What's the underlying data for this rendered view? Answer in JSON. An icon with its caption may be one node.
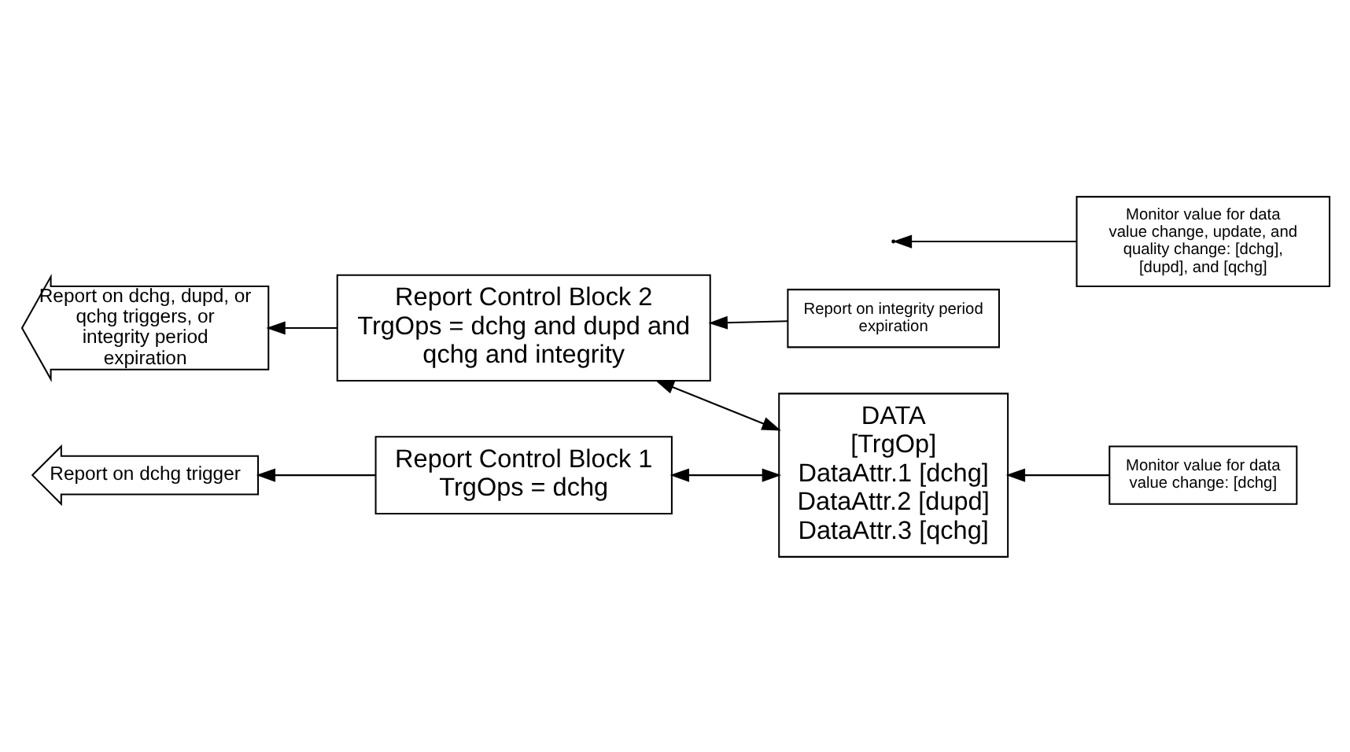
{
  "diagram": {
    "nodes": [
      {
        "text": [
          "Report Control Block 1",
          "TrgOps = dchg"
        ]
      },
      {
        "text": [
          "Report on dchg trigger"
        ]
      },
      {
        "text": [
          "Monitor value for data value change: [dchg]"
        ]
      },
      {
        "text": [
          "DATA",
          "[TrgOp]",
          "DataAttr.1 [dchg]",
          "DataAttr.2 [dupd]",
          "DataAttr.3 [qchg]"
        ]
      },
      {
        "text": [
          "Report Control Block 2",
          "TrgOps = dchg and dupd and qchg and integrity"
        ]
      },
      {
        "text": [
          "Report on dchg, dupd, or qchg triggers, or integrity period expiration"
        ]
      },
      {
        "text": [
          "Monitor value for data value change, update, and quality change: [dchg], [dupd], and [qchg]"
        ]
      },
      {
        "text": [
          "Report on integrity period expiration"
        ]
      }
    ],
    "edges": [
      {
        "from": 0,
        "to": 1,
        "arrow": "to"
      },
      {
        "from": 3,
        "to": 0,
        "arrow": "both"
      },
      {
        "from": 2,
        "to": 3,
        "arrow": "to"
      },
      {
        "from": 4,
        "to": 5,
        "arrow": "to"
      },
      {
        "from": 3,
        "to": 4,
        "arrow": "both"
      },
      {
        "from": 6,
        "to": null,
        "arrow": "to"
      },
      {
        "from": 7,
        "to": 4,
        "arrow": "to"
      }
    ]
  }
}
